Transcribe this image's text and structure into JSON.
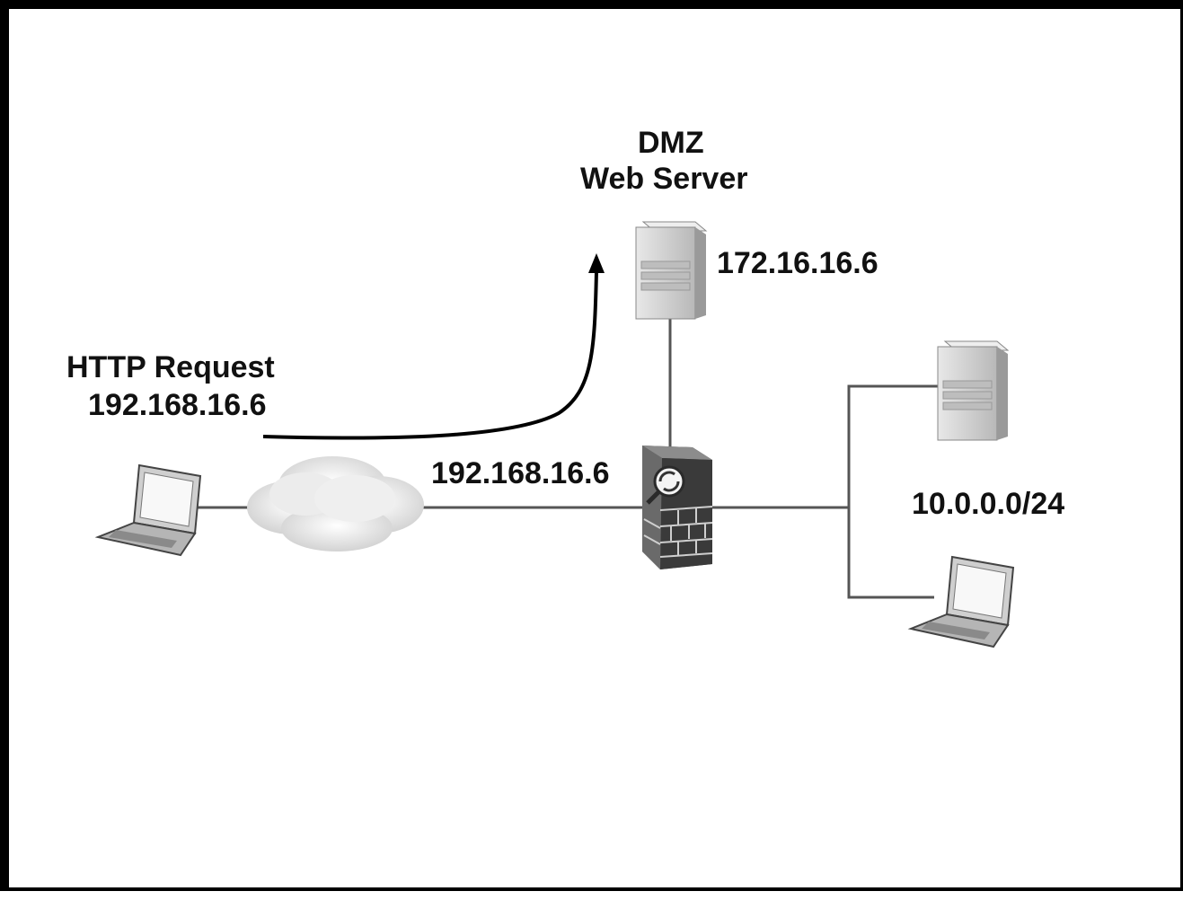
{
  "diagram": {
    "dmz_title": "DMZ",
    "dmz_subtitle": "Web Server",
    "dmz_server_ip": "172.16.16.6",
    "request_title": "HTTP Request",
    "request_ip": "192.168.16.6",
    "firewall_outside_ip": "192.168.16.6",
    "internal_subnet": "10.0.0.0/24"
  },
  "icons": {
    "client": "laptop-icon",
    "internet": "cloud-icon",
    "firewall": "firewall-icon",
    "dmz_server": "server-icon",
    "internal_server": "server-icon",
    "internal_client": "laptop-icon"
  },
  "colors": {
    "line": "#555555",
    "arrow": "#000000",
    "server_body": "#d2d2d2",
    "firewall_brick": "#5a5a5a"
  }
}
